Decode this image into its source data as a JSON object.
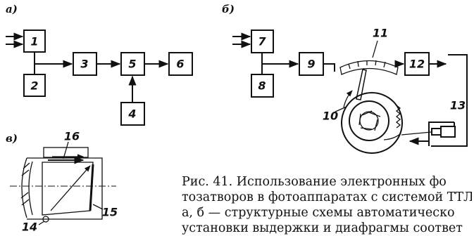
{
  "panels": {
    "a": "а)",
    "b": "б)",
    "c": "в)"
  },
  "blocks": {
    "b1": "1",
    "b2": "2",
    "b3": "3",
    "b4": "4",
    "b5": "5",
    "b6": "6",
    "b7": "7",
    "b8": "8",
    "b9": "9",
    "b12": "12"
  },
  "callouts": {
    "n10": "10",
    "n11": "11",
    "n13": "13",
    "n14": "14",
    "n15": "15",
    "n16": "16"
  },
  "caption": {
    "line1": "Рис.  41.  Использование  электронных  фо",
    "line2": "тозатворов в фотоаппаратах с системой ТТЛ",
    "line3": "а,  б — структурные  схемы  автоматическо",
    "line4": "установки  выдержки  и  диафрагмы  соответ"
  }
}
